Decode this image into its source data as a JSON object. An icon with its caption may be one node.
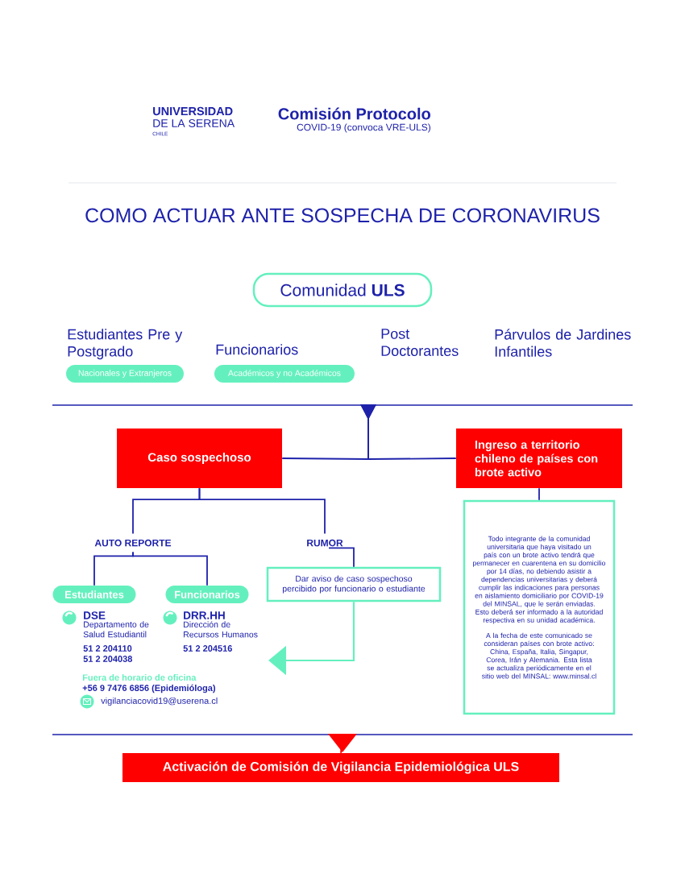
{
  "diagram": {
    "title": "COMO ACTUAR ANTE SOSPECHA DE CORONAVIRUS",
    "nodes": [
      {
        "text": [
          "Comunidad **ULS**"
        ]
      },
      {
        "text": [
          "Estudiantes Pre y Postgrado",
          "Nacionales y Extranjeros"
        ]
      },
      {
        "text": [
          "Funcionarios",
          "Académicos y no Académicos"
        ]
      },
      {
        "text": [
          "Caso sospechoso"
        ]
      },
      {
        "text": [
          "Ingreso a territorio chileno de países con brote activo"
        ]
      },
      {
        "text": [
          "AUTO REPORTE"
        ]
      },
      {
        "text": [
          "RUMOR"
        ]
      },
      {
        "text": [
          "Estudiantes"
        ]
      },
      {
        "text": [
          "Funcionarios"
        ]
      },
      {
        "text": [
          "Dar aviso de caso sospechoso percibido por funcionario o estudiante"
        ]
      },
      {
        "text": [
          "Todo integrante de la comunidad universitaria que haya visitado un país con un brote activo tendrá que permanecer en cuarentena en su domicilio por 14 días, no debiendo asistir a dependencias universitarias y deberá cumplir las indicaciones para personas en aislamiento domiciliario por COVID-19 del MINSAL, que le serán enviadas. Esto deberá ser informado a la autoridad respectiva en su unidad académica.",
          "A la fecha de este comunicado se consideran países con brote activo: China, España, Italia, Singapur, Corea, Irán y Alemania. Esta lista se actualiza periódicamente en el sitio web del MINSAL: www.minsal.cl"
        ]
      },
      {
        "text": [
          "Activación de Comisión de Vigilancia Epidemiológica ULS"
        ]
      }
    ],
    "edges": [
      {
        "from": null,
        "to": 3,
        "arrow": "to"
      },
      {
        "from": null,
        "to": 4,
        "arrow": "to"
      },
      {
        "from": 3,
        "to": 5,
        "arrow": "none"
      },
      {
        "from": 3,
        "to": 6,
        "arrow": "none"
      },
      {
        "from": 5,
        "to": 7,
        "arrow": "none"
      },
      {
        "from": 5,
        "to": 8,
        "arrow": "none"
      },
      {
        "from": 6,
        "to": 9,
        "arrow": "none"
      },
      {
        "from": 4,
        "to": 10,
        "arrow": "none"
      },
      {
        "from": 9,
        "to": null,
        "arrow": "to",
        "color": "#64f0be"
      },
      {
        "from": null,
        "to": 11,
        "arrow": "to",
        "color": "#ff0000"
      }
    ],
    "labels": [
      "UNIVERSIDAD",
      "DE LA SERENA",
      "CHILE",
      "Comisión Protocolo",
      "COVID-19 (convoca VRE-ULS)",
      "Post Doctorantes",
      "Párvulos de Jardines Infantiles",
      "DSE",
      "Departamento de Salud Estudiantil",
      "51 2 204110",
      "51 2 204038",
      "DRR.HH",
      "Dirección de Recursos Humanos",
      "51 2 204516",
      "Fuera de horario de oficina",
      "+56 9 7476 6856 (Epidemióloga)",
      "vigilanciacovid19@userena.cl"
    ]
  }
}
